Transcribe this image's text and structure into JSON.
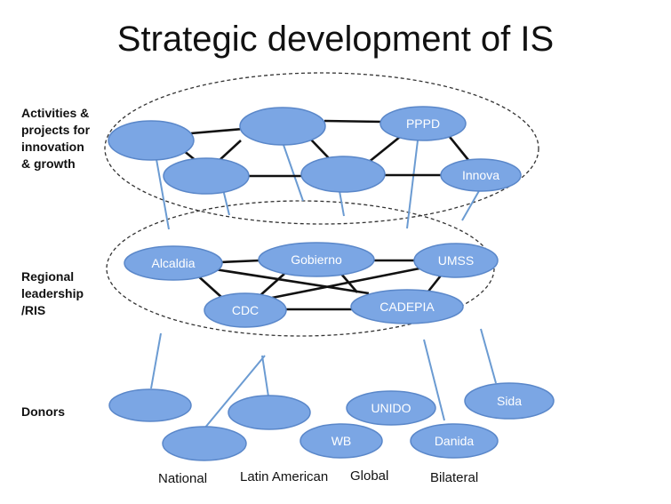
{
  "title": "Strategic development of IS",
  "colors": {
    "node_fill": "#7ba6e4",
    "node_stroke": "#5a87c9",
    "edge": "#111111",
    "connector": "#6b9bd2",
    "group_border": "#333333"
  },
  "side_labels": {
    "activities": "Activities &\nprojects for\ninnovation\n& growth",
    "regional": "Regional\nleadership\n/RIS",
    "donors": "Donors"
  },
  "donor_categories": {
    "national": "National",
    "latin_american": "Latin American",
    "global": "Global",
    "bilateral": "Bilateral"
  },
  "activity_nodes": [
    "",
    "",
    "PPPD",
    "",
    "",
    "Innova"
  ],
  "regional_nodes": [
    "Alcaldia",
    "Gobierno",
    "UMSS",
    "CDC",
    "CADEPIA"
  ],
  "donor_nodes": [
    "",
    "",
    "",
    "WB",
    "UNIDO",
    "Danida",
    "Sida"
  ]
}
